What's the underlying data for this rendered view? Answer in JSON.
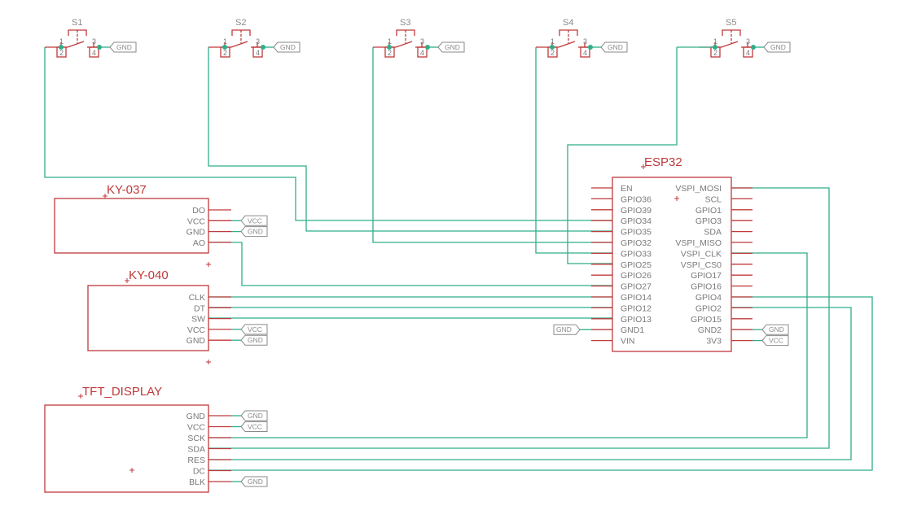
{
  "switches": [
    {
      "name": "S1",
      "pins": [
        "1",
        "2",
        "3",
        "4"
      ],
      "gnd": "GND"
    },
    {
      "name": "S2",
      "pins": [
        "1",
        "2",
        "3",
        "4"
      ],
      "gnd": "GND"
    },
    {
      "name": "S3",
      "pins": [
        "1",
        "2",
        "3",
        "4"
      ],
      "gnd": "GND"
    },
    {
      "name": "S4",
      "pins": [
        "1",
        "2",
        "3",
        "4"
      ],
      "gnd": "GND"
    },
    {
      "name": "S5",
      "pins": [
        "1",
        "2",
        "3",
        "4"
      ],
      "gnd": "GND"
    }
  ],
  "ky037": {
    "title": "KY-037",
    "pins": [
      "DO",
      "VCC",
      "GND",
      "AO"
    ],
    "flags": [
      "VCC",
      "GND"
    ]
  },
  "ky040": {
    "title": "KY-040",
    "pins": [
      "CLK",
      "DT",
      "SW",
      "VCC",
      "GND"
    ],
    "flags": [
      "VCC",
      "GND"
    ]
  },
  "tft": {
    "title": "TFT_DISPLAY",
    "pins": [
      "GND",
      "VCC",
      "SCK",
      "SDA",
      "RES",
      "DC",
      "BLK"
    ],
    "flags": [
      "GND",
      "VCC",
      "GND"
    ]
  },
  "esp32": {
    "title": "ESP32",
    "left_pins": [
      "EN",
      "GPIO36",
      "GPIO39",
      "GPIO34",
      "GPIO35",
      "GPIO32",
      "GPIO33",
      "GPIO25",
      "GPIO26",
      "GPIO27",
      "GPIO14",
      "GPIO12",
      "GPIO13",
      "GND1",
      "VIN"
    ],
    "right_pins": [
      "VSPI_MOSI",
      "SCL",
      "GPIO1",
      "GPIO3",
      "SDA",
      "VSPI_MISO",
      "VSPI_CLK",
      "VSPI_CS0",
      "GPIO17",
      "GPIO16",
      "GPIO4",
      "GPIO2",
      "GPIO15",
      "GND2",
      "3V3"
    ],
    "flags": {
      "gnd1": "GND",
      "gnd2": "GND",
      "v3v3": "VCC"
    }
  }
}
